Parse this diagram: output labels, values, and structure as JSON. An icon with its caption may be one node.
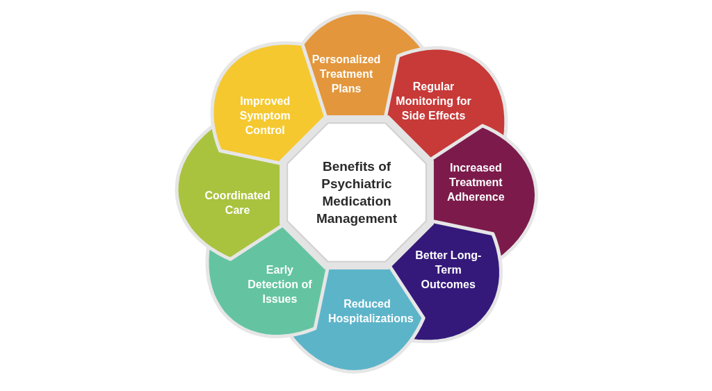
{
  "diagram": {
    "nodes": [
      {
        "text": [
          "Benefits of Psychiatric Medication Management"
        ]
      },
      {
        "text": [
          "Personalized Treatment Plans"
        ]
      },
      {
        "text": [
          "Regular Monitoring for Side Effects"
        ]
      },
      {
        "text": [
          "Increased Treatment Adherence"
        ]
      },
      {
        "text": [
          "Better Long-Term Outcomes"
        ]
      },
      {
        "text": [
          "Reduced Hospitalizations"
        ]
      },
      {
        "text": [
          "Early Detection of Issues"
        ]
      },
      {
        "text": [
          "Coordinated Care"
        ]
      },
      {
        "text": [
          "Improved Symptom Control"
        ]
      }
    ]
  }
}
